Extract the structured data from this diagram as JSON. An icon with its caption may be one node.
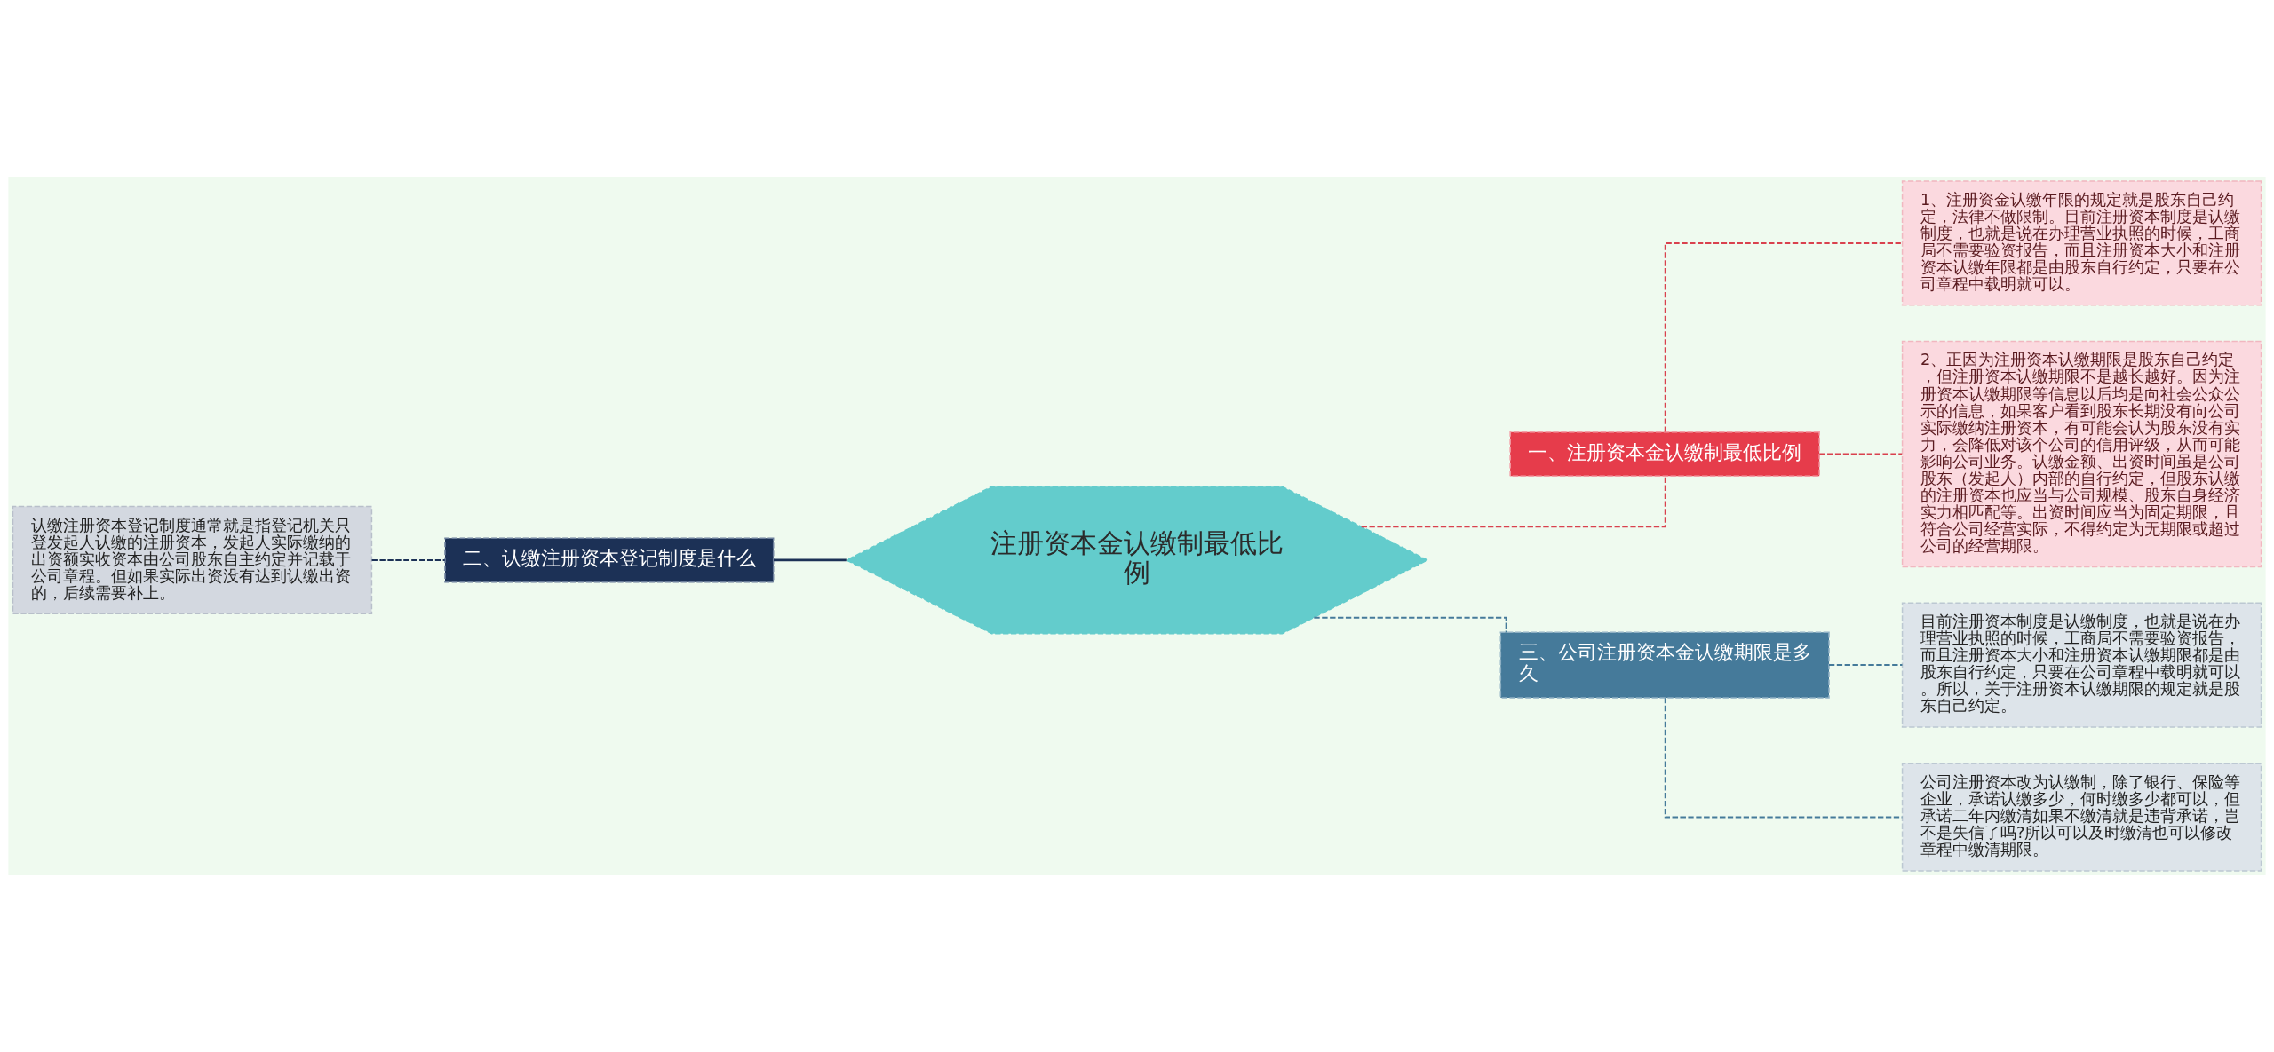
{
  "diagram": {
    "nodes": [
      {
        "text": [
          "注册资本金认缴制最低比例"
        ]
      },
      {
        "text": [
          "一、注册资本金认缴制最低比例"
        ]
      },
      {
        "text": [
          "1、注册资金认缴年限的规定就是股东自己约定，法律不做限制。目前注册资本制度是认缴制度，也就是说在办理营业执照的时候，工商局不需要验资报告，而且注册资本大小和注册资本认缴年限都是由股东自行约定，只要在公司章程中载明就可以。"
        ]
      },
      {
        "text": [
          "2、正因为注册资本认缴期限是股东自己约定，但注册资本认缴期限不是越长越好。因为注册资本认缴期限等信息以后均是向社会公众公示的信息，如果客户看到股东长期没有向公司实际缴纳注册资本，有可能会认为股东没有实力，会降低对该个公司的信用评级，从而可能影响公司业务。认缴金额、出资时间虽是公司股东（发起人）内部的自行约定，但股东认缴的注册资本也应当与公司规模、股东自身经济实力相匹配等。出资时间应当为固定期限，且符合公司经营实际，不得约定为无期限或超过公司的经营期限。"
        ]
      },
      {
        "text": [
          "二、认缴注册资本登记制度是什么"
        ]
      },
      {
        "text": [
          "认缴注册资本登记制度通常就是指登记机关只登发起人认缴的注册资本，发起人实际缴纳的出资额实收资本由公司股东自主约定并记载于公司章程。但如果实际出资没有达到认缴出资的，后续需要补上。"
        ]
      },
      {
        "text": [
          "三、公司注册资本金认缴期限是多久"
        ]
      },
      {
        "text": [
          "目前注册资本制度是认缴制度，也就是说在办理营业执照的时候，工商局不需要验资报告，而且注册资本大小和注册资本认缴期限都是由股东自行约定，只要在公司章程中载明就可以。所以，关于注册资本认缴期限的规定就是股东自己约定。"
        ]
      },
      {
        "text": [
          "公司注册资本改为认缴制，除了银行、保险等企业，承诺认缴多少，何时缴多少都可以，但承诺二年内缴清如果不缴清就是违背承诺，岂不是失信了吗?所以可以及时缴清也可以修改章程中缴清期限。"
        ]
      }
    ],
    "edges": [
      {
        "from": 0,
        "to": 1,
        "arrow": "none",
        "style": "dashed",
        "color": "#d9414e"
      },
      {
        "from": 1,
        "to": 2,
        "arrow": "none",
        "style": "dashed",
        "color": "#d9414e"
      },
      {
        "from": 1,
        "to": 3,
        "arrow": "none",
        "style": "dashed",
        "color": "#d9414e"
      },
      {
        "from": 4,
        "to": 0,
        "arrow": "none",
        "color": "#1c3156"
      },
      {
        "from": 5,
        "to": 4,
        "arrow": "none",
        "style": "dashed",
        "color": "#1c3156"
      },
      {
        "from": 0,
        "to": 6,
        "arrow": "none",
        "style": "dashed",
        "color": "#457a9a"
      },
      {
        "from": 6,
        "to": 7,
        "arrow": "none",
        "style": "dashed",
        "color": "#457a9a"
      },
      {
        "from": 6,
        "to": 8,
        "arrow": "none",
        "style": "dashed",
        "color": "#457a9a"
      }
    ]
  }
}
